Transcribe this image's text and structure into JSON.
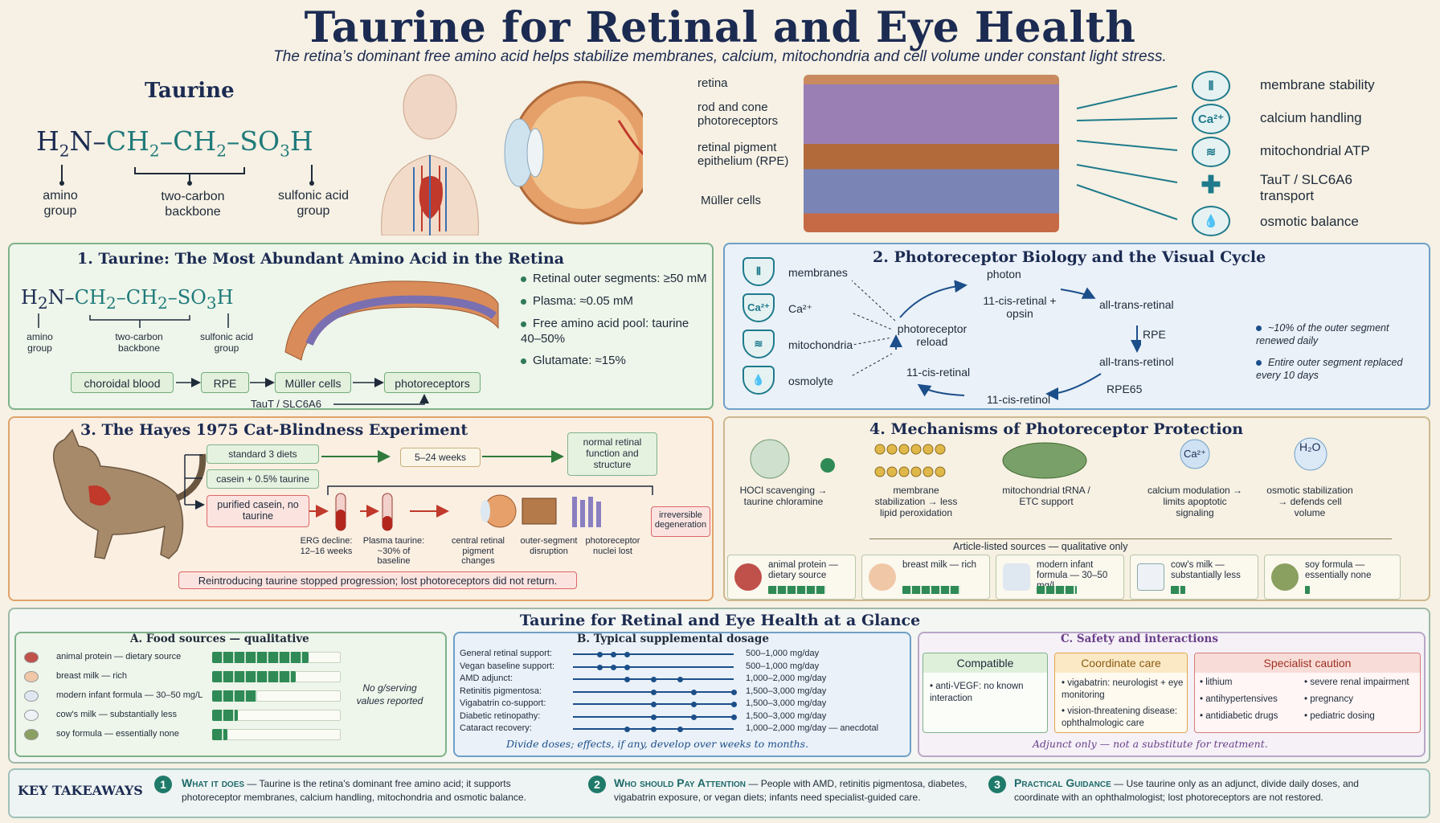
{
  "header": {
    "title": "Taurine for Retinal and Eye Health",
    "subtitle": "The retina’s dominant free amino acid helps stabilize membranes, calcium, mitochondria and cell volume under constant light stress."
  },
  "hero": {
    "molecule_title": "Taurine",
    "formula": {
      "amine": "H",
      "amine_sub": "2",
      "amine_n": "N",
      "ch2a": "CH",
      "ch2a_sub": "2",
      "ch2b": "CH",
      "ch2b_sub": "2",
      "so3h": "SO",
      "so3h_sub": "3",
      "so3h_h": "H"
    },
    "labels": {
      "amino": "amino group",
      "backbone": "two-carbon backbone",
      "sulfonic": "sulfonic acid group"
    },
    "retina_labels": [
      "retina",
      "rod and cone photoreceptors",
      "retinal pigment epithelium (RPE)",
      "Müller cells"
    ],
    "functions": [
      {
        "icon": "membrane-icon",
        "glyph": "⦀",
        "label": "membrane stability"
      },
      {
        "icon": "calcium-icon",
        "glyph": "Ca²⁺",
        "label": "calcium handling"
      },
      {
        "icon": "mitochondria-icon",
        "glyph": "≋",
        "label": "mitochondrial ATP"
      },
      {
        "icon": "transporter-icon",
        "glyph": "✚",
        "label": "TauT / SLC6A6 transport"
      },
      {
        "icon": "droplet-icon",
        "glyph": "💧",
        "label": "osmotic balance"
      }
    ]
  },
  "panel1": {
    "title": "1. Taurine: The Most Abundant Amino Acid in the Retina",
    "labels": {
      "amino": "amino group",
      "backbone": "two-carbon backbone",
      "sulfonic": "sulfonic acid group"
    },
    "bullets": [
      "Retinal outer segments: ≥50 mM",
      "Plasma: ≈0.05 mM",
      "Free amino acid pool: taurine 40–50%",
      "Glutamate: ≈15%"
    ],
    "flow": [
      "choroidal blood",
      "RPE",
      "Müller cells",
      "photoreceptors"
    ],
    "transporter": "TauT / SLC6A6"
  },
  "panel2": {
    "title": "2. Photoreceptor Biology and the Visual Cycle",
    "side_items": [
      {
        "icon": "membrane-icon",
        "glyph": "⦀",
        "label": "membranes"
      },
      {
        "icon": "calcium-icon",
        "glyph": "Ca²⁺",
        "label": "Ca²⁺"
      },
      {
        "icon": "mitochondria-icon",
        "glyph": "≋",
        "label": "mitochondria"
      },
      {
        "icon": "osmolyte-icon",
        "glyph": "💧",
        "label": "osmolyte"
      }
    ],
    "cycle": {
      "photon": "photon",
      "opsin": "11-cis-retinal + opsin",
      "all_trans_retinal": "all-trans-retinal",
      "rpe": "RPE",
      "all_trans_retinol": "all-trans-retinol",
      "rpe65": "RPE65",
      "cis_retinol": "11-cis-retinol",
      "cis_retinal": "11-cis-retinal",
      "reload": "photoreceptor reload"
    },
    "notes": [
      "~10% of the outer segment renewed daily",
      "Entire outer segment replaced every 10 days"
    ]
  },
  "panel3": {
    "title": "3. The Hayes 1975 Cat-Blindness Experiment",
    "diets": [
      "standard 3 diets",
      "casein + 0.5% taurine",
      "purified casein, no taurine"
    ],
    "duration": "5–24 weeks",
    "normal": "normal retinal function and structure",
    "steps": [
      "ERG decline: 12–16 weeks",
      "Plasma taurine: ~30% of baseline",
      "central retinal pigment changes",
      "outer-segment disruption",
      "photoreceptor nuclei lost",
      "irreversible degeneration"
    ],
    "note": "Reintroducing taurine stopped progression; lost photoreceptors did not return."
  },
  "panel4": {
    "title": "4. Mechanisms of Photoreceptor Protection",
    "mechanisms": [
      {
        "icon": "hocl-icon",
        "label": "HOCl scavenging → taurine chloramine"
      },
      {
        "icon": "membrane-icon",
        "label": "membrane stabilization → less lipid peroxidation"
      },
      {
        "icon": "mitochondria-icon",
        "label": "mitochondrial tRNA / ETC support"
      },
      {
        "icon": "calcium-icon",
        "label": "calcium modulation → limits apoptotic signaling"
      },
      {
        "icon": "water-icon",
        "label": "osmotic stabilization → defends cell volume"
      }
    ],
    "sources_title": "Article-listed sources — qualitative only",
    "sources": [
      {
        "icon": "steak-icon",
        "label": "animal protein — dietary source",
        "level": 0.8
      },
      {
        "icon": "baby-icon",
        "label": "breast milk — rich",
        "level": 0.8
      },
      {
        "icon": "bottle-icon",
        "label": "modern infant formula — 30–50 mg/L",
        "level": 0.55
      },
      {
        "icon": "milk-carton-icon",
        "label": "cow's milk — substantially less",
        "level": 0.2
      },
      {
        "icon": "soy-icon",
        "label": "soy formula — essentially none",
        "level": 0.0
      }
    ]
  },
  "glance": {
    "title": "Taurine for Retinal and Eye Health at a Glance",
    "food": {
      "title": "A. Food sources — qualitative",
      "note": "No g/serving values reported",
      "rows": [
        {
          "icon": "steak-icon",
          "label": "animal protein — dietary source",
          "level": 0.75
        },
        {
          "icon": "baby-icon",
          "label": "breast milk — rich",
          "level": 0.65
        },
        {
          "icon": "bottle-icon",
          "label": "modern infant formula — 30–50 mg/L",
          "level": 0.35
        },
        {
          "icon": "milk-carton-icon",
          "label": "cow's milk — substantially less",
          "level": 0.2
        },
        {
          "icon": "soy-icon",
          "label": "soy formula — essentially none",
          "level": 0.12
        }
      ]
    },
    "dosage": {
      "title": "B. Typical supplemental dosage",
      "rows": [
        {
          "label": "General retinal support:",
          "value": "500–1,000 mg/day",
          "min": 500,
          "max": 1000
        },
        {
          "label": "Vegan baseline support:",
          "value": "500–1,000 mg/day",
          "min": 500,
          "max": 1000
        },
        {
          "label": "AMD adjunct:",
          "value": "1,000–2,000 mg/day",
          "min": 1000,
          "max": 2000
        },
        {
          "label": "Retinitis pigmentosa:",
          "value": "1,500–3,000 mg/day",
          "min": 1500,
          "max": 3000
        },
        {
          "label": "Vigabatrin co-support:",
          "value": "1,500–3,000 mg/day",
          "min": 1500,
          "max": 3000
        },
        {
          "label": "Diabetic retinopathy:",
          "value": "1,500–3,000 mg/day",
          "min": 1500,
          "max": 3000
        },
        {
          "label": "Cataract recovery:",
          "value": "1,000–2,000 mg/day — anecdotal",
          "min": 1000,
          "max": 2000
        }
      ],
      "note": "Divide doses; effects, if any, develop over weeks to months."
    },
    "safety": {
      "title": "C. Safety and interactions",
      "compatible": {
        "head": "Compatible",
        "items": [
          "anti-VEGF: no known interaction"
        ]
      },
      "coordinate": {
        "head": "Coordinate care",
        "items": [
          "vigabatrin: neurologist + eye monitoring",
          "vision-threatening disease: ophthalmologic care"
        ]
      },
      "specialist": {
        "head": "Specialist caution",
        "items_left": [
          "lithium",
          "antihypertensives",
          "antidiabetic drugs"
        ],
        "items_right": [
          "severe renal impairment",
          "pregnancy",
          "pediatric dosing"
        ]
      },
      "note": "Adjunct only — not a substitute for treatment."
    }
  },
  "takeaways": {
    "title": "KEY TAKEAWAYS",
    "items": [
      {
        "num": "1",
        "head": "What it does",
        "text": "— Taurine is the retina's dominant free amino acid; it supports photoreceptor membranes, calcium handling, mitochondria and osmotic balance."
      },
      {
        "num": "2",
        "head": "Who should Pay Attention",
        "text": "— People with AMD, retinitis pigmentosa, diabetes, vigabatrin exposure, or vegan diets; infants need specialist-guided care."
      },
      {
        "num": "3",
        "head": "Practical Guidance",
        "text": "— Use taurine only as an adjunct, divide daily doses, and coordinate with an ophthalmologist; lost photoreceptors are not restored."
      }
    ]
  },
  "colors": {
    "navy": "#1c2b52",
    "teal": "#1f7a7a",
    "green": "#2f8a55",
    "red": "#c0392b"
  }
}
